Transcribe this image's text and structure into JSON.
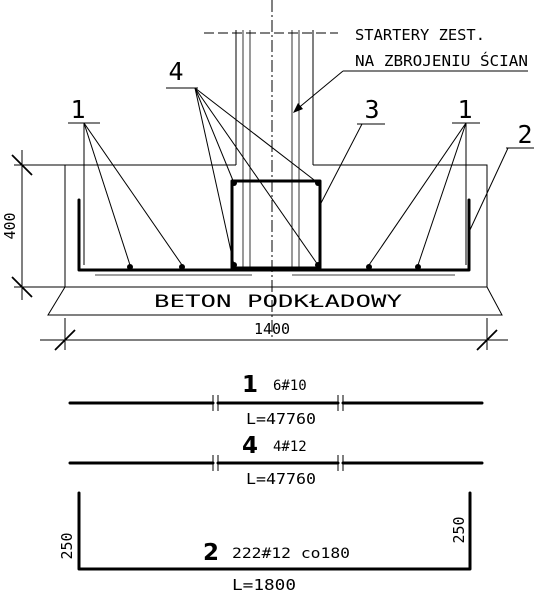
{
  "labels": {
    "starters_line1": "STARTERY ZEST.",
    "starters_line2": "NA ZBROJENIU ŚCIAN",
    "concrete_base": "BETON PODKŁADOWY",
    "mark_1_left": "1",
    "mark_1_right": "1",
    "mark_2": "2",
    "mark_3": "3",
    "mark_4": "4"
  },
  "dimensions": {
    "height": "400",
    "width": "1400"
  },
  "schedule": {
    "bar1": {
      "mark": "1",
      "spec": "6#10",
      "length": "L=47760"
    },
    "bar4": {
      "mark": "4",
      "spec": "4#12",
      "length": "L=47760"
    },
    "bar2": {
      "mark": "2",
      "spec": "222#12 co180",
      "length": "L=1800",
      "leg_left": "250",
      "leg_right": "250"
    }
  }
}
